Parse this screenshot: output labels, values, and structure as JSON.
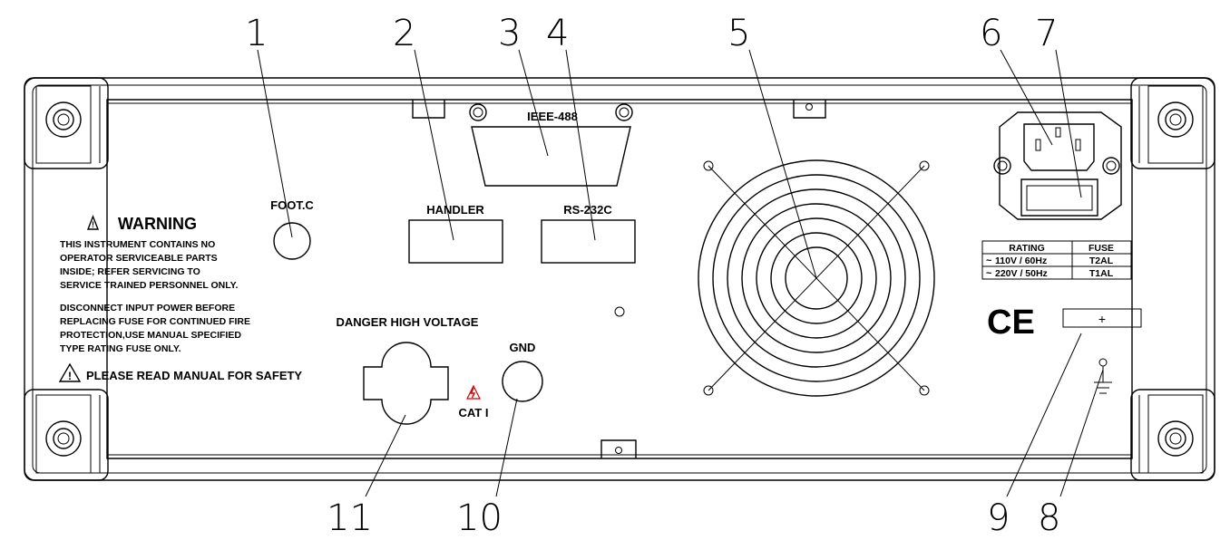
{
  "callouts": [
    "1",
    "2",
    "3",
    "4",
    "5",
    "6",
    "7",
    "8",
    "9",
    "10",
    "11"
  ],
  "connectors": {
    "footc": "FOOT.C",
    "ieee": "IEEE-488",
    "handler": "HANDLER",
    "rs232": "RS-232C",
    "gnd": "GND",
    "danger": "DANGER HIGH VOLTAGE",
    "cat": "CAT I"
  },
  "warning": {
    "title": "WARNING",
    "lines1": [
      "THIS INSTRUMENT CONTAINS NO",
      "OPERATOR SERVICEABLE PARTS",
      "INSIDE; REFER SERVICING TO",
      "SERVICE TRAINED PERSONNEL ONLY."
    ],
    "lines2": [
      "DISCONNECT INPUT POWER BEFORE",
      "REPLACING FUSE FOR CONTINUED FIRE",
      "PROTECTION,USE  MANUAL SPECIFIED",
      "TYPE RATING FUSE ONLY."
    ],
    "safety": "PLEASE READ MANUAL FOR SAFETY"
  },
  "rating_table": {
    "header_rating": "RATING",
    "header_fuse": "FUSE",
    "row1_rating": "110V / 60Hz",
    "row1_fuse": "T2AL",
    "row2_rating": "220V / 50Hz",
    "row2_fuse": "T1AL"
  },
  "ce_mark": "CE",
  "plus_label": "+"
}
